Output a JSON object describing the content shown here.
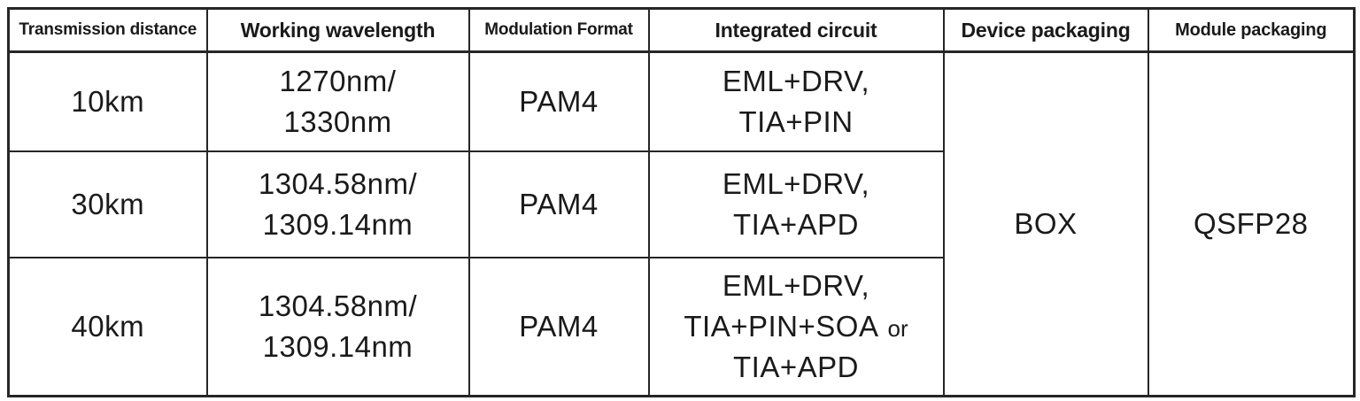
{
  "table": {
    "headers": [
      "Transmission distance",
      "Working wavelength",
      "Modulation Format",
      "Integrated circuit",
      "Device packaging",
      "Module packaging"
    ],
    "rows": [
      {
        "distance": "10km",
        "wavelength_lines": [
          "1270nm/",
          "1330nm"
        ],
        "modulation": "PAM4",
        "circuit_lines": [
          "EML+DRV,",
          "TIA+PIN"
        ]
      },
      {
        "distance": "30km",
        "wavelength_lines": [
          "1304.58nm/",
          "1309.14nm"
        ],
        "modulation": "PAM4",
        "circuit_lines": [
          "EML+DRV,",
          "TIA+APD"
        ]
      },
      {
        "distance": "40km",
        "wavelength_lines": [
          "1304.58nm/",
          "1309.14nm"
        ],
        "modulation": "PAM4",
        "circuit_lines": [
          "EML+DRV,",
          "TIA+PIN+SOA",
          "TIA+APD"
        ],
        "or_word": "or"
      }
    ],
    "device_packaging": "BOX",
    "module_packaging": "QSFP28"
  },
  "colors": {
    "border": "#262626",
    "text": "#1a1a1a",
    "background": "#ffffff"
  }
}
